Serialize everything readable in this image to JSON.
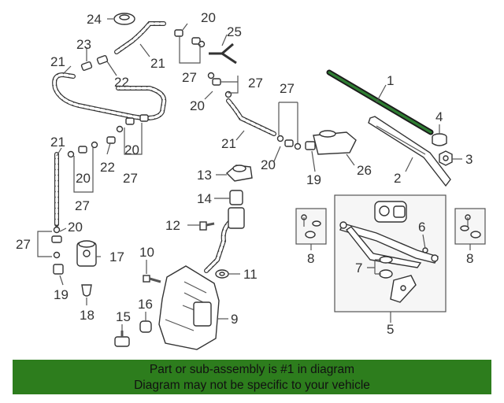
{
  "callouts": {
    "c1": "1",
    "c2": "2",
    "c3": "3",
    "c4": "4",
    "c5": "5",
    "c6": "6",
    "c7": "7",
    "c8a": "8",
    "c8b": "8",
    "c9": "9",
    "c10": "10",
    "c11": "11",
    "c12": "12",
    "c13": "13",
    "c14": "14",
    "c15": "15",
    "c16": "16",
    "c17": "17",
    "c18": "18",
    "c19a": "19",
    "c19b": "19",
    "c20a": "20",
    "c20b": "20",
    "c20c": "20",
    "c20d": "20",
    "c20e": "20",
    "c20f": "20",
    "c21a": "21",
    "c21b": "21",
    "c21c": "21",
    "c21d": "21",
    "c22a": "22",
    "c22b": "22",
    "c23": "23",
    "c24": "24",
    "c25": "25",
    "c26": "26",
    "c27a": "27",
    "c27b": "27",
    "c27c": "27",
    "c27d": "27",
    "c27e": "27",
    "c27f": "27"
  },
  "banner": {
    "line1": "Part or sub-assembly is #1 in diagram",
    "line2": "Diagram may not be specific to your vehicle"
  },
  "colors": {
    "banner_bg": "#2d7d1d",
    "highlight_part": "#2e7d32"
  }
}
